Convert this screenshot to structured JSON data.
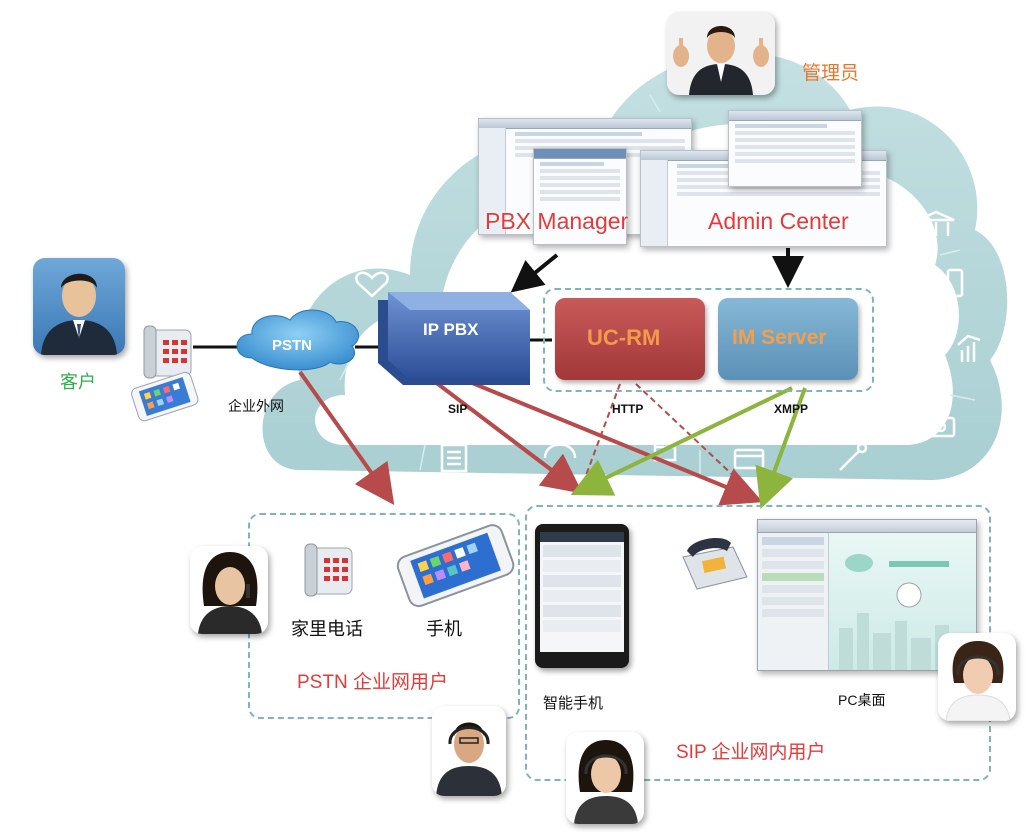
{
  "labels": {
    "admin": "管理员",
    "customer": "客户",
    "external_network": "企业外网",
    "pbx_manager": "PBX Manager",
    "admin_center": "Admin Center",
    "pstn": "PSTN",
    "ip_pbx": "IP PBX",
    "uc_rm": "UC-RM",
    "im_server": "IM Server",
    "sip": "SIP",
    "http": "HTTP",
    "xmpp": "XMPP",
    "home_phone": "家里电话",
    "mobile": "手机",
    "pstn_users": "PSTN 企业网用户",
    "smartphone": "智能手机",
    "pc_desktop": "PC桌面",
    "sip_users": "SIP 企业网内用户"
  },
  "colors": {
    "cloud": "#b7d8da",
    "accent_orange": "#e8772e",
    "accent_red": "#e63a3a",
    "green_label": "#2bb14a",
    "ip_pbx_blue": "#3b5fa8",
    "uc_rm_red": "#b64545",
    "im_server_blue": "#6aa1c4",
    "arrow_red": "#b74a4a",
    "arrow_green": "#8db43c"
  },
  "icons": [
    "monitor-icon",
    "bar-chart-icon",
    "basket-icon",
    "hand-pointer-icon",
    "heart-icon",
    "speech-bubble-icon",
    "building-icon",
    "phone-icon",
    "document-icon",
    "calendar-icon",
    "headset-icon",
    "card-icon",
    "tools-icon",
    "growth-chart-icon",
    "monitor-settings-icon"
  ]
}
